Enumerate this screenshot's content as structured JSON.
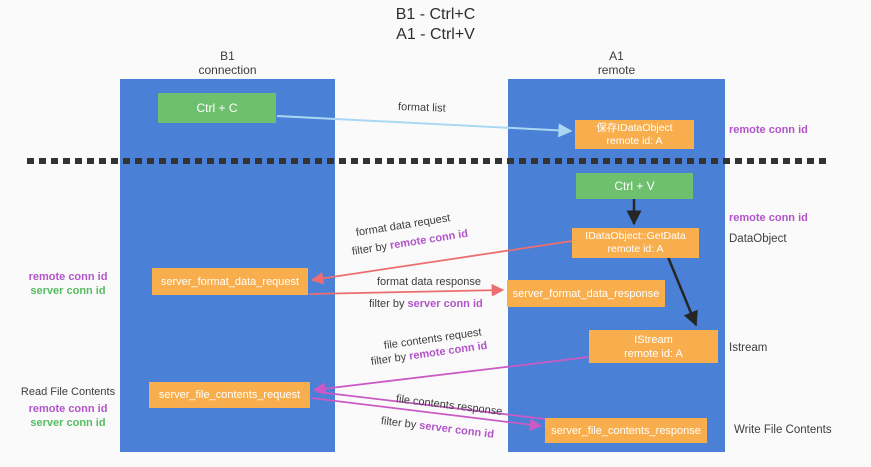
{
  "title": {
    "line1": "B1 - Ctrl+C",
    "line2": "A1 - Ctrl+V"
  },
  "lanes": {
    "left": {
      "name": "B1",
      "type": "connection"
    },
    "right": {
      "name": "A1",
      "type": "remote"
    }
  },
  "nodes": {
    "ctrl_c": {
      "label": "Ctrl + C"
    },
    "ctrl_v": {
      "label": "Ctrl + V"
    },
    "save_idataobject": {
      "line1": "保存IDataObject",
      "line2": "remote id: A"
    },
    "idataobject_getdata": {
      "line1": "IDataObject::GetData",
      "line2": "remote id: A"
    },
    "istream": {
      "line1": "IStream",
      "line2": "remote id: A"
    },
    "server_format_data_request": {
      "label": "server_format_data_request"
    },
    "server_format_data_response": {
      "label": "server_format_data_response"
    },
    "server_file_contents_request": {
      "label": "server_file_contents_request"
    },
    "server_file_contents_response": {
      "label": "server_file_contents_response"
    }
  },
  "flow_labels": {
    "format_list": "format list",
    "format_data_request": "format data request",
    "format_data_response": "format data response",
    "file_contents_request": "file contents request",
    "file_contents_response": "file contents response",
    "filter_by": "filter by",
    "remote_conn_id": "remote conn id",
    "server_conn_id": "server conn id"
  },
  "side_labels": {
    "remote_conn_id": "remote conn id",
    "server_conn_id": "server conn id",
    "dataobject": "DataObject",
    "istream": "Istream",
    "read_file_contents": "Read File Contents",
    "write_file_contents": "Write File Contents"
  },
  "colors": {
    "lane_blue": "#4a80d5",
    "node_orange": "#f9ae4d",
    "node_green": "#6ec06f",
    "label_purple": "#b254c9",
    "label_green": "#56bb61",
    "arrow_salmon": "#ed6e71",
    "arrow_magenta": "#cb5ac5",
    "arrow_lightblue": "#aad7f3",
    "arrow_black": "#262626",
    "background": "#fafafa"
  }
}
